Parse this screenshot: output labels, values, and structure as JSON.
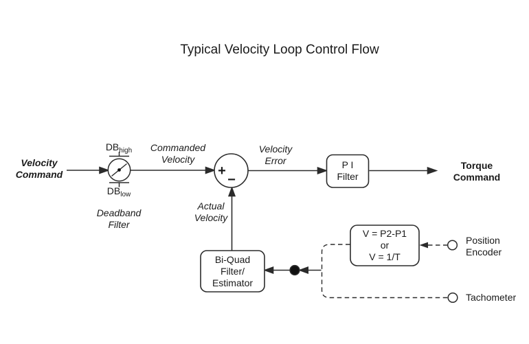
{
  "title": "Typical Velocity Loop Control Flow",
  "colors": {
    "line": "#2b2b2b",
    "text": "#1a1a1a",
    "background": "#ffffff"
  },
  "io_labels": {
    "velocity_command": [
      "Velocity",
      "Command"
    ],
    "torque_command": [
      "Torque",
      "Command"
    ]
  },
  "signal_labels": {
    "commanded_velocity": [
      "Commanded",
      "Velocity"
    ],
    "velocity_error": [
      "Velocity",
      "Error"
    ],
    "actual_velocity": [
      "Actual",
      "Velocity"
    ]
  },
  "deadband": {
    "db_high_base": "DB",
    "db_high_sub": "high",
    "db_low_base": "DB",
    "db_low_sub": "low",
    "caption": [
      "Deadband",
      "Filter"
    ]
  },
  "summing_junction": {
    "plus": "+",
    "minus": "−"
  },
  "blocks": {
    "pi_filter": [
      "P I",
      "Filter"
    ],
    "biquad": [
      "Bi-Quad",
      "Filter/",
      "Estimator"
    ],
    "velocity_calc": [
      "V = P2-P1",
      "or",
      "V = 1/T"
    ]
  },
  "sensors": {
    "position_encoder": [
      "Position",
      "Encoder"
    ],
    "tachometer": "Tachometer"
  }
}
